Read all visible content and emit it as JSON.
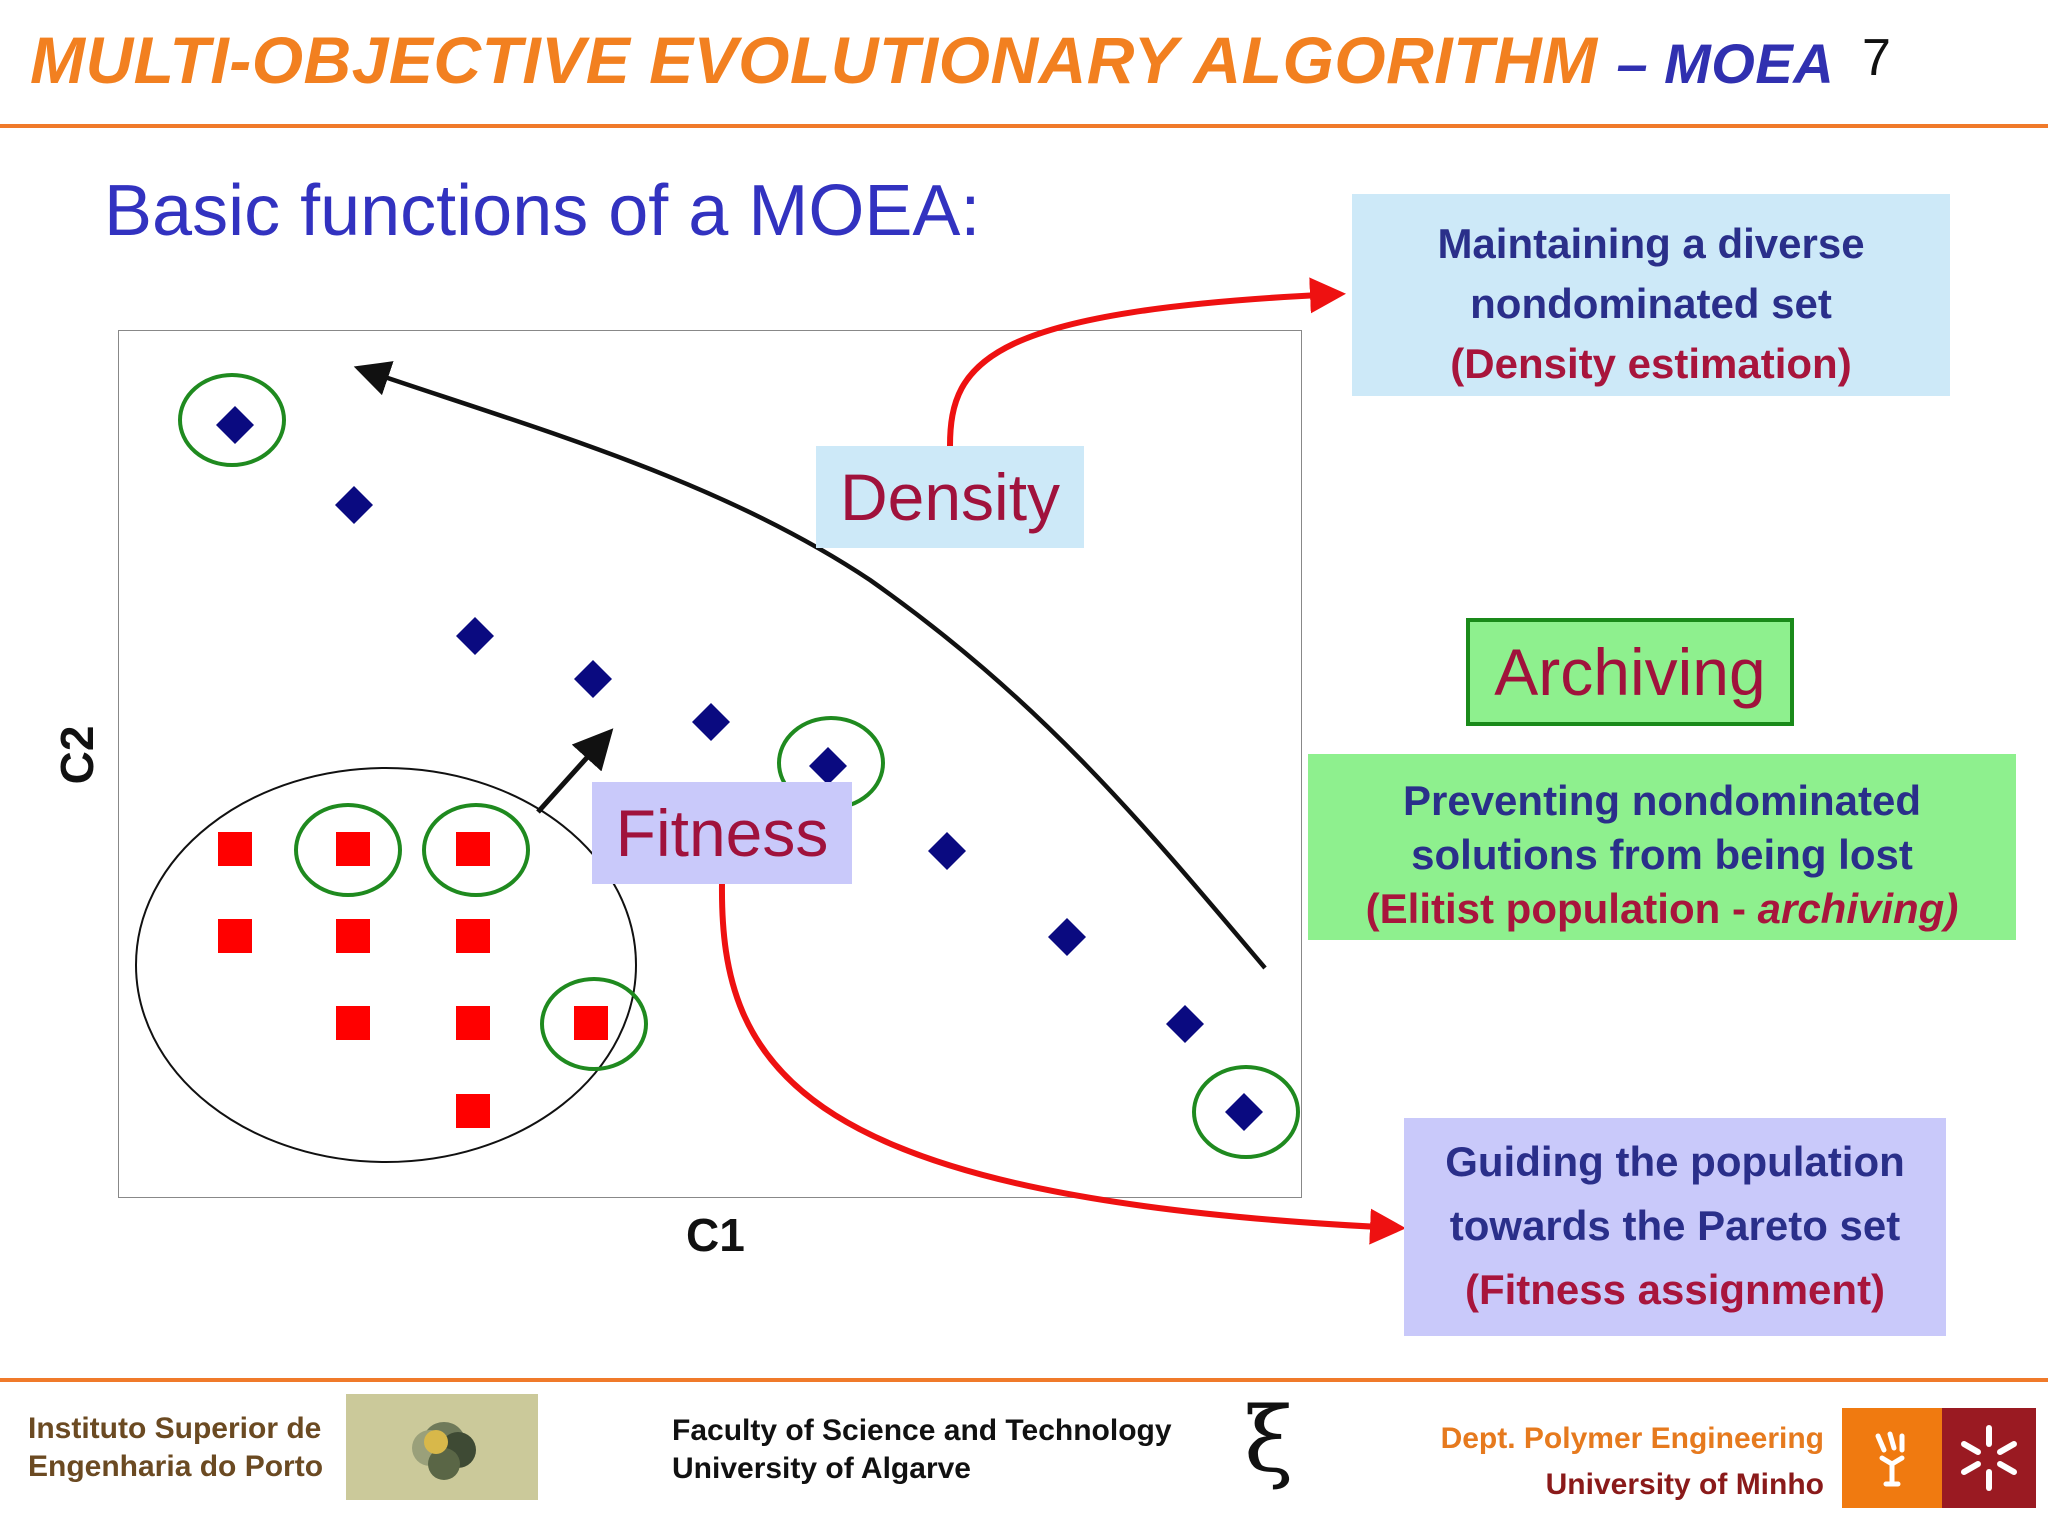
{
  "header": {
    "title": "MULTI-OBJECTIVE EVOLUTIONARY ALGORITHM",
    "title_suffix": "– MOEA",
    "page_number": "7"
  },
  "subtitle": "Basic functions of a MOEA:",
  "diagram": {
    "x_axis_label": "C1",
    "y_axis_label": "C2",
    "tags": {
      "density": "Density",
      "fitness": "Fitness",
      "archiving": "Archiving"
    },
    "legend_colors": {
      "nondominated": "#0a0a80",
      "dominated": "#ff0000",
      "circle": "#1f8a1f",
      "arrow_red": "#ee1111"
    }
  },
  "callouts": {
    "density": {
      "line1": "Maintaining a diverse",
      "line2": "nondominated set",
      "line3": "(Density estimation)"
    },
    "archiving": {
      "line1": "Preventing nondominated",
      "line2": "solutions from being lost",
      "line3a": "(Elitist population - ",
      "line3b": "archiving)"
    },
    "fitness": {
      "line1": "Guiding the population",
      "line2": "towards the Pareto set",
      "line3": "(Fitness assignment)"
    }
  },
  "footer": {
    "isep_line1": "Instituto Superior de",
    "isep_line2": "Engenharia do Porto",
    "ualg_line1": "Faculty of Science and Technology",
    "ualg_line2": "University of Algarve",
    "xi": "ξ",
    "minho_line1": "Dept. Polymer Engineering",
    "minho_line2": "University of Minho"
  }
}
